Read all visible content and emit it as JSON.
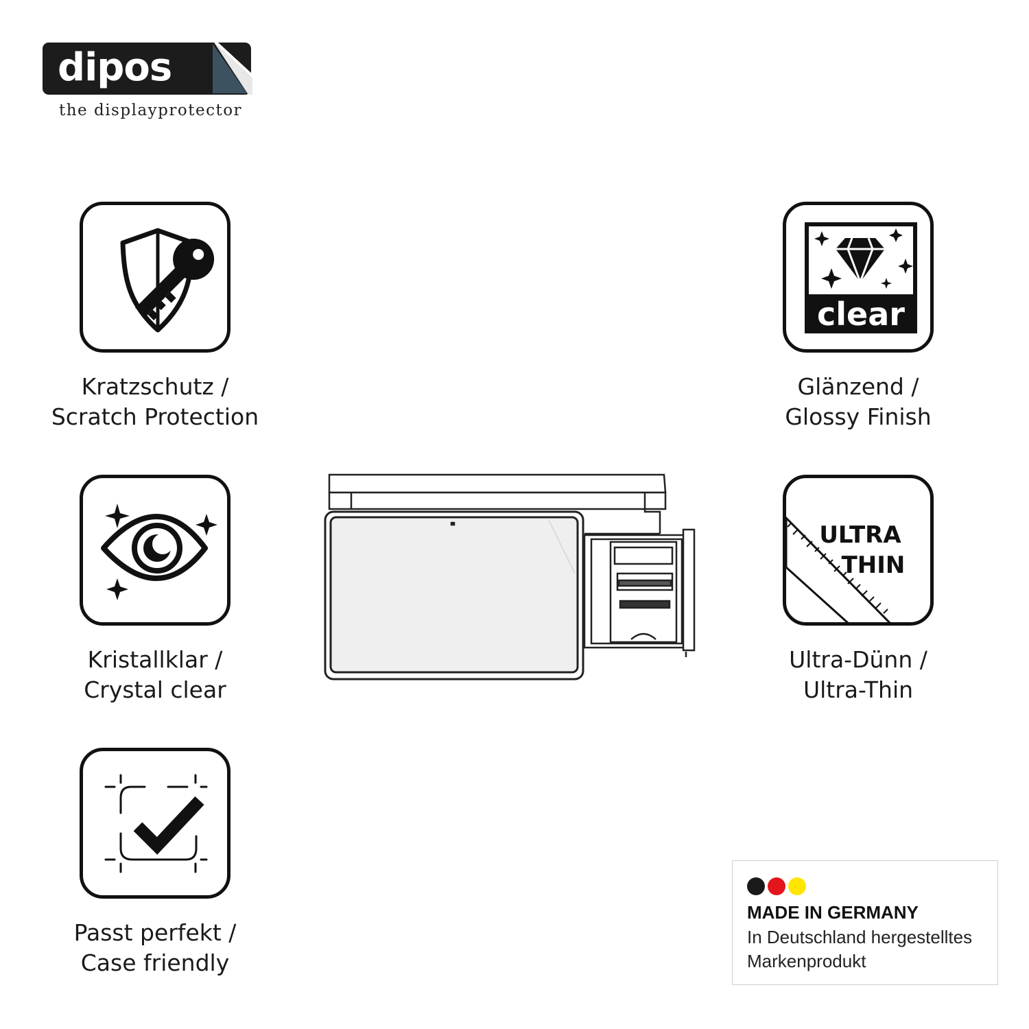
{
  "brand": {
    "name": "dipos",
    "tagline": "the displayprotector",
    "badge_color": "#1c1c1c",
    "corner_color": "#3d5260"
  },
  "features": {
    "scratch": {
      "icon": "shield-key-icon",
      "line1": "Kratzschutz /",
      "line2": "Scratch Protection"
    },
    "crystal": {
      "icon": "eye-sparkle-icon",
      "line1": "Kristallklar /",
      "line2": "Crystal clear"
    },
    "case": {
      "icon": "checkmark-frame-icon",
      "line1": "Passt perfekt /",
      "line2": "Case friendly"
    },
    "glossy": {
      "icon": "diamond-clear-icon",
      "badge_text": "clear",
      "line1": "Glänzend /",
      "line2": "Glossy Finish"
    },
    "thin": {
      "icon": "ultra-thin-ruler-icon",
      "badge_line1": "ULTRA",
      "badge_line2": "THIN",
      "line1": "Ultra-Dünn /",
      "line2": "Ultra-Thin"
    }
  },
  "product": {
    "illustration": "pos-terminal-with-screen-and-printer"
  },
  "made_in_germany": {
    "title": "MADE IN GERMANY",
    "line1": "In Deutschland hergestelltes",
    "line2": "Markenprodukt",
    "flag_colors": [
      "#1a1a1a",
      "#e3161c",
      "#ffe500"
    ]
  }
}
